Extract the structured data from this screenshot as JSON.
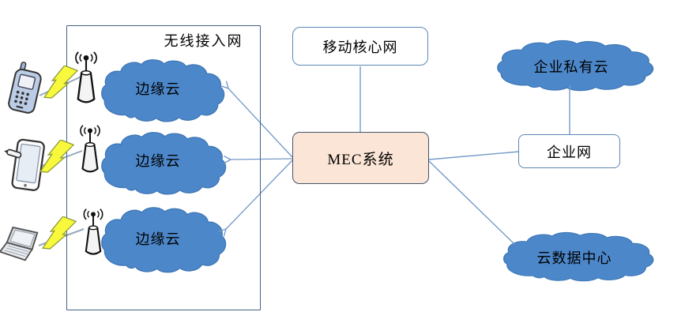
{
  "ran": {
    "label": "无线接入网",
    "edge_clouds": [
      {
        "label": "边缘云"
      },
      {
        "label": "边缘云"
      },
      {
        "label": "边缘云"
      }
    ]
  },
  "nodes": {
    "mobile_core": "移动核心网",
    "mec": "MEC系统",
    "enterprise_private_cloud": "企业私有云",
    "enterprise_network": "企业网",
    "cloud_datacenter": "云数据中心"
  },
  "icons": {
    "phone": "mobile-phone-icon",
    "tablet": "tablet-icon",
    "laptop": "laptop-icon",
    "antenna": "antenna-icon",
    "lightning": "lightning-bolt-icon"
  },
  "colors": {
    "cloud_fill": "#4c87ca",
    "cloud_stroke": "#3e76b5",
    "connector": "#7499c9",
    "device_link": "#93a9be",
    "mec_fill": "#fbe5d6",
    "mec_border": "#44546a",
    "box_border": "#5b87b5",
    "ran_border": "#3f6387",
    "lightning_fill": "#f8f83c"
  }
}
